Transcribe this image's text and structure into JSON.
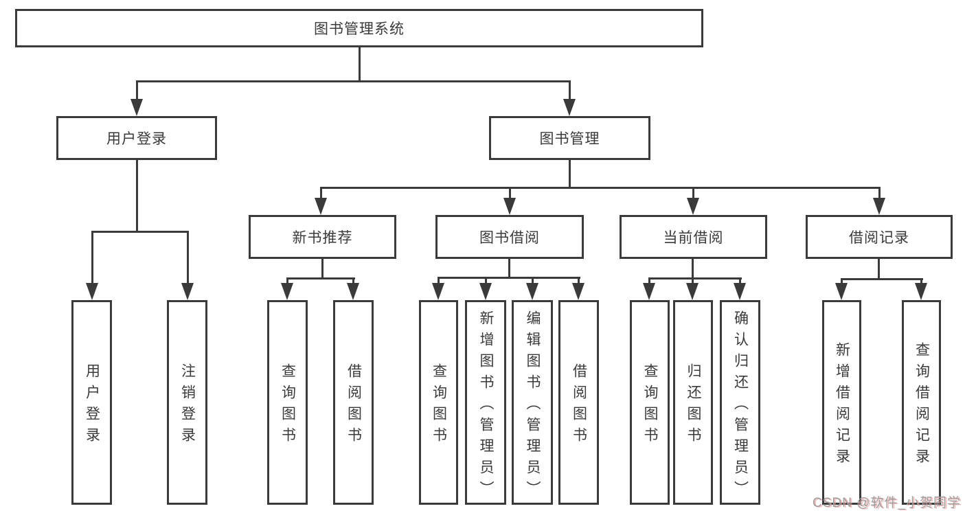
{
  "diagram": {
    "root": {
      "label": "图书管理系统"
    },
    "level2": [
      {
        "id": "user-login",
        "label": "用户登录"
      },
      {
        "id": "book-management",
        "label": "图书管理"
      }
    ],
    "level3": [
      {
        "id": "new-book-recommend",
        "label": "新书推荐",
        "parent": "图书管理"
      },
      {
        "id": "book-borrow",
        "label": "图书借阅",
        "parent": "图书管理"
      },
      {
        "id": "current-borrow",
        "label": "当前借阅",
        "parent": "图书管理"
      },
      {
        "id": "borrow-records",
        "label": "借阅记录",
        "parent": "图书管理"
      }
    ],
    "leaves": [
      {
        "label": "用户登录",
        "parent": "用户登录"
      },
      {
        "label": "注销登录",
        "parent": "用户登录"
      },
      {
        "label": "查询图书",
        "parent": "新书推荐"
      },
      {
        "label": "借阅图书",
        "parent": "新书推荐"
      },
      {
        "label": "查询图书",
        "parent": "图书借阅"
      },
      {
        "label": "新增图书（管理员）",
        "parent": "图书借阅"
      },
      {
        "label": "编辑图书（管理员）",
        "parent": "图书借阅"
      },
      {
        "label": "借阅图书",
        "parent": "图书借阅"
      },
      {
        "label": "查询图书",
        "parent": "当前借阅"
      },
      {
        "label": "归还图书",
        "parent": "当前借阅"
      },
      {
        "label": "确认归还（管理员）",
        "parent": "当前借阅"
      },
      {
        "label": "新增借阅记录",
        "parent": "借阅记录"
      },
      {
        "label": "查询借阅记录",
        "parent": "借阅记录"
      }
    ]
  },
  "colors": {
    "line": "#3a3a3a",
    "box_border": "#3a3a3a",
    "box_fill": "#ffffff",
    "text": "#3a3a3a",
    "watermark": "#9e9e9e"
  },
  "watermark": {
    "text": "CSDN @软件_小贺同学"
  }
}
